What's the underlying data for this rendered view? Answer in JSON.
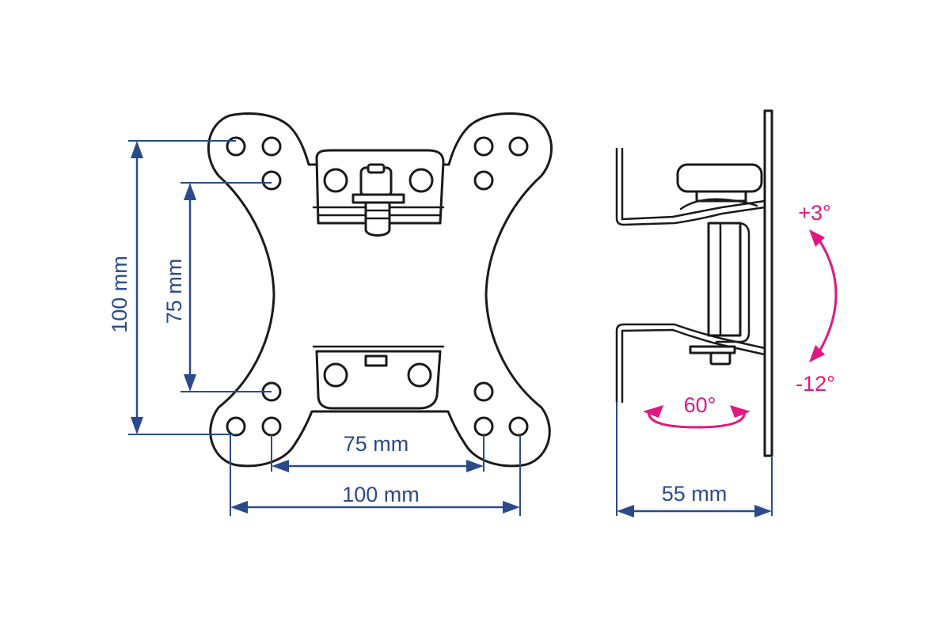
{
  "dimensions": {
    "front_vertical_outer": "100 mm",
    "front_vertical_inner": "75 mm",
    "front_horizontal_inner": "75 mm",
    "front_horizontal_outer": "100 mm",
    "side_depth": "55 mm"
  },
  "angles": {
    "tilt_up": "+3°",
    "tilt_down": "-12°",
    "swivel": "60°"
  },
  "colors": {
    "dimension": "#2b4a8c",
    "angle": "#e0177f",
    "outline": "#1a1a1a"
  }
}
